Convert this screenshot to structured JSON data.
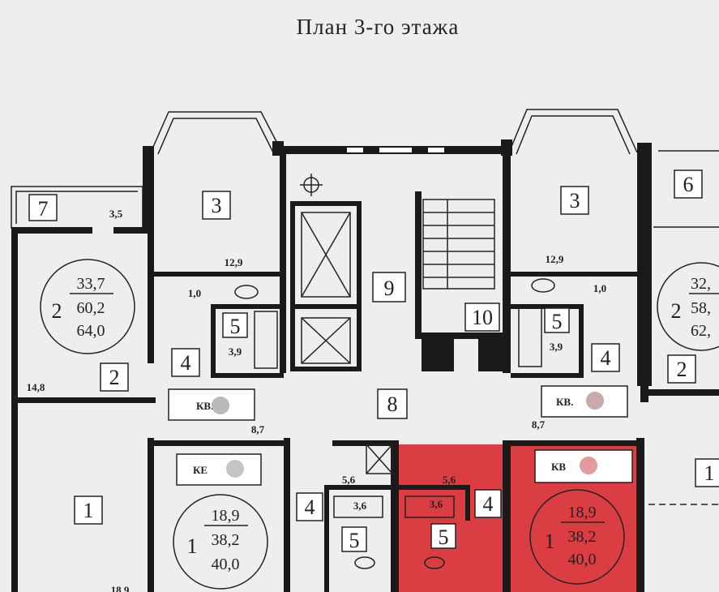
{
  "title": "План 3-го этажа",
  "colors": {
    "highlight": "#d7262b",
    "wall": "#1a1a1a",
    "paper": "#eeeeec"
  },
  "rooms": {
    "r7": "7",
    "r6": "6",
    "r3l": "3",
    "r3r": "3",
    "r9": "9",
    "r10": "10",
    "r8": "8",
    "r4a": "4",
    "r4b": "4",
    "r4c": "4",
    "r4d": "4",
    "r5a": "5",
    "r5b": "5",
    "r5c": "5",
    "r5d": "5",
    "r2l": "2",
    "r2r": "2",
    "r1l": "1",
    "r1r": "1"
  },
  "dims": {
    "d35": "3,5",
    "d129l": "12,9",
    "d129r": "12,9",
    "d10l": "1,0",
    "d10r": "1,0",
    "d39l": "3,9",
    "d39r": "3,9",
    "d148": "14,8",
    "d87l": "8,7",
    "d87r": "8,7",
    "d56l": "5,6",
    "d56r": "5,6",
    "d36l": "3,6",
    "d36r": "3,6",
    "d189": "18,9"
  },
  "apartments": {
    "a2l": {
      "rooms": "2",
      "living": "33,7",
      "total": "60,2",
      "with_balcony": "64,0"
    },
    "a2r": {
      "rooms": "2",
      "living": "32,",
      "total": "58,",
      "with_balcony": "62,"
    },
    "a1l": {
      "rooms": "1",
      "living": "18,9",
      "total": "38,2",
      "with_balcony": "40,0"
    },
    "a1r": {
      "rooms": "1",
      "living": "18,9",
      "total": "38,2",
      "with_balcony": "40,0"
    }
  },
  "labels": {
    "kv1": "КВ.",
    "kv2": "КВ.",
    "kv3": "КЕ",
    "kv4": "КВ"
  }
}
